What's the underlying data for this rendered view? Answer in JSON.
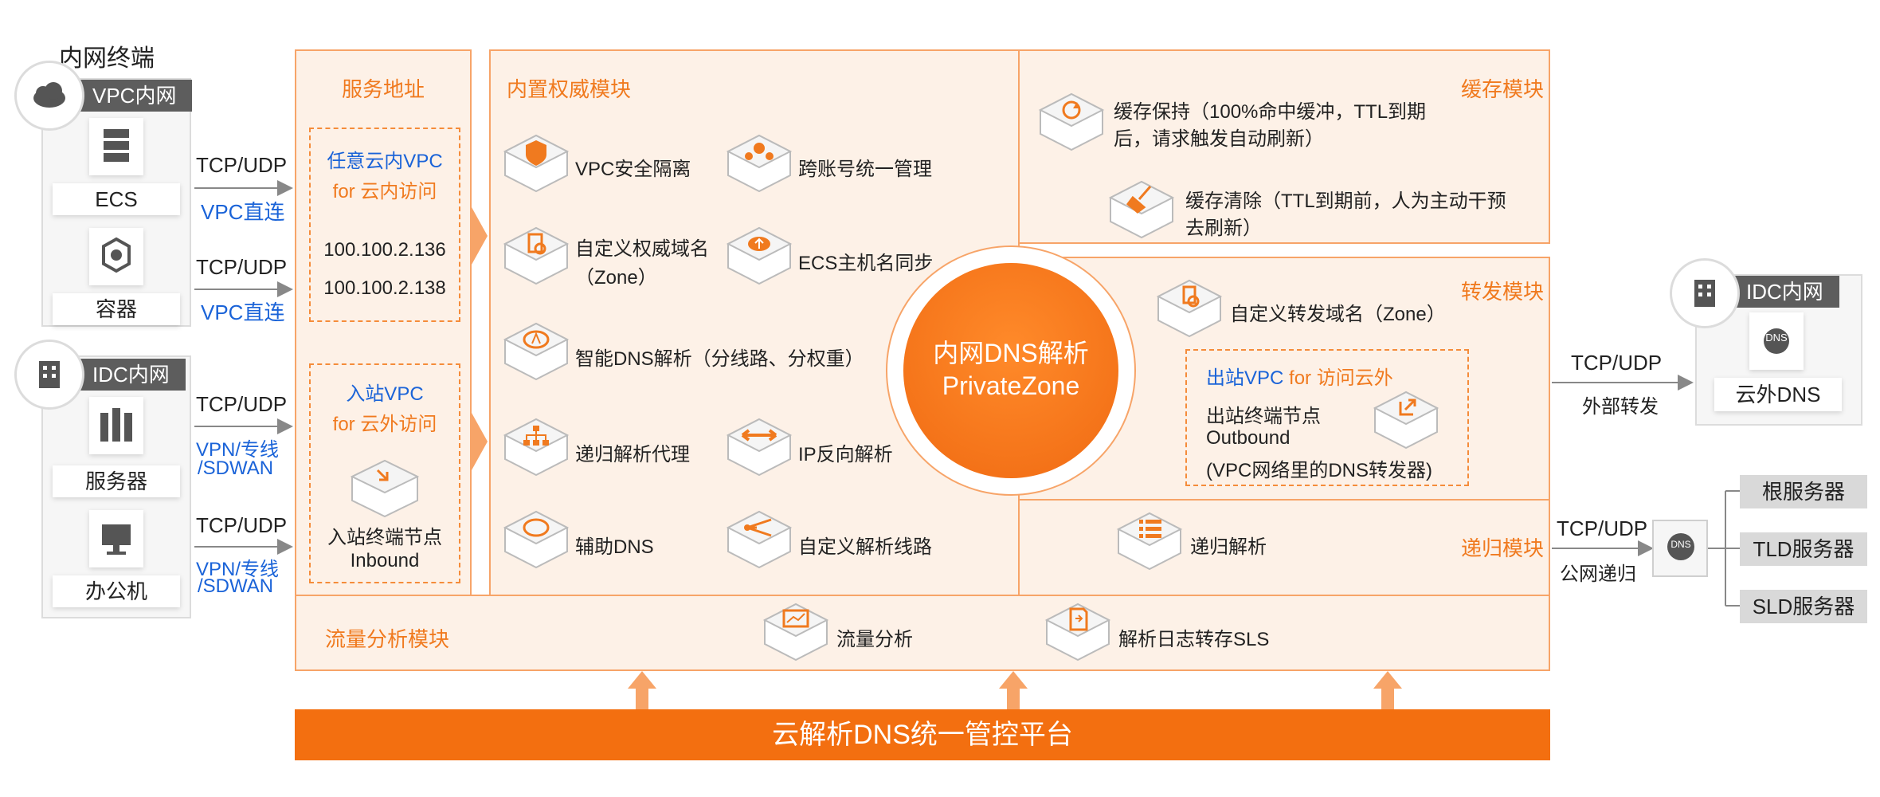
{
  "left": {
    "title": "内网终端",
    "vpc_group": "VPC内网",
    "ecs": "ECS",
    "container": "容器",
    "idc_group": "IDC内网",
    "server": "服务器",
    "office": "办公机"
  },
  "links": {
    "tcp_udp": "TCP/UDP",
    "vpc_direct": "VPC直连",
    "vpn_line1": "VPN/专线",
    "vpn_line2": "/SDWAN",
    "external_forward": "外部转发",
    "public_recursion": "公网递归"
  },
  "service_address": {
    "title": "服务地址",
    "any_vpc": "任意云内VPC",
    "for_cloud": "for 云内访问",
    "ip1": "100.100.2.136",
    "ip2": "100.100.2.138",
    "inbound_vpc": "入站VPC",
    "for_offcloud": "for 云外访问",
    "inbound_node": "入站终端节点",
    "inbound": "Inbound"
  },
  "authority": {
    "title": "内置权威模块",
    "items": [
      "VPC安全隔离",
      "跨账号统一管理",
      "自定义权威域名",
      "（Zone）",
      "ECS主机名同步",
      "智能DNS解析（分线路、分权重）",
      "递归解析代理",
      "IP反向解析",
      "辅助DNS",
      "自定义解析线路"
    ]
  },
  "center": {
    "line1": "内网DNS解析",
    "line2": "PrivateZone"
  },
  "cache": {
    "title": "缓存模块",
    "keep_1": "缓存保持（100%命中缓冲，TTL到期",
    "keep_2": "后，请求触发自动刷新）",
    "clear_1": "缓存清除（TTL到期前，人为主动干预",
    "clear_2": "去刷新）"
  },
  "forward": {
    "title": "转发模块",
    "custom_zone": "自定义转发域名（Zone）",
    "outbound_vpc": "出站VPC",
    "for_visit": "for 访问云外",
    "outbound_node": "出站终端节点",
    "outbound": "Outbound",
    "forwarder": "(VPC网络里的DNS转发器)"
  },
  "recursion": {
    "title": "递归模块",
    "item": "递归解析"
  },
  "traffic": {
    "title": "流量分析模块",
    "analysis": "流量分析",
    "log": "解析日志转存SLS"
  },
  "platform": "云解析DNS统一管控平台",
  "right": {
    "idc_group": "IDC内网",
    "offcloud_dns": "云外DNS",
    "dns_badge": "DNS",
    "root": "根服务器",
    "tld": "TLD服务器",
    "sld": "SLD服务器"
  },
  "colors": {
    "accent": "#f07a1f",
    "panel_bg": "#fdf1e7",
    "link_blue": "#1a63d8"
  }
}
